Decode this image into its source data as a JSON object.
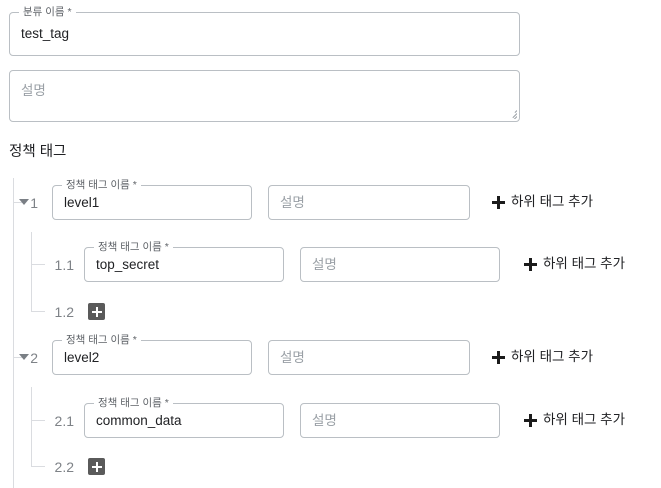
{
  "form": {
    "taxonomy_name_field": {
      "legend": "분류 이름 *",
      "value": "test_tag"
    },
    "description_field": {
      "placeholder": "설명"
    }
  },
  "policy_tags": {
    "section_title": "정책 태그",
    "name_legend": "정책 태그 이름 *",
    "description_placeholder": "설명",
    "add_child_label": "하위 태그 추가",
    "rows": [
      {
        "index": "1",
        "name": "level1",
        "level": 0,
        "type": "field"
      },
      {
        "index": "1.1",
        "name": "top_secret",
        "level": 1,
        "type": "field"
      },
      {
        "index": "1.2",
        "name": "",
        "level": 1,
        "type": "add"
      },
      {
        "index": "2",
        "name": "level2",
        "level": 0,
        "type": "field"
      },
      {
        "index": "2.1",
        "name": "common_data",
        "level": 1,
        "type": "field"
      },
      {
        "index": "2.2",
        "name": "",
        "level": 1,
        "type": "add"
      }
    ]
  },
  "icons": {
    "caret": "caret-down-icon",
    "plus": "plus-icon",
    "resize": "resize-handle-icon"
  }
}
